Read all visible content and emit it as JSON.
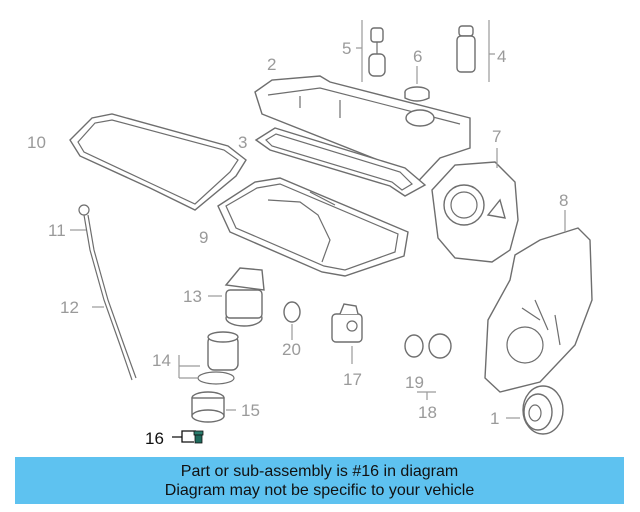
{
  "callouts": {
    "c1": "1",
    "c2": "2",
    "c3": "3",
    "c4": "4",
    "c5": "5",
    "c6": "6",
    "c7": "7",
    "c8": "8",
    "c9": "9",
    "c10": "10",
    "c11": "11",
    "c12": "12",
    "c13": "13",
    "c14": "14",
    "c15": "15",
    "c16": "16",
    "c17": "17",
    "c18": "18",
    "c19": "19",
    "c20": "20"
  },
  "highlight": {
    "color": "#5ec2f0",
    "part": "16",
    "icon": "oil-drain-plug-icon"
  },
  "banner": {
    "line1": "Part or sub-assembly is #16 in diagram",
    "line2": "Diagram may not be specific to your vehicle"
  }
}
